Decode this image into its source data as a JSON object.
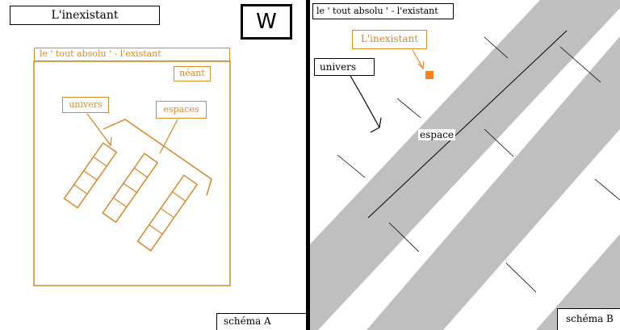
{
  "colors": {
    "orange": "#d4892a",
    "gray_band": "#bfbfbf",
    "marker": "#f58220",
    "black": "#000000"
  },
  "schema_a": {
    "title": "L'inexistant",
    "logo_letter": "W",
    "header": "le ' tout absolu ' - l'existant",
    "neant": "néant",
    "univers": "univers",
    "espaces": "espaces",
    "caption": "schéma A"
  },
  "schema_b": {
    "header": "le ' tout absolu ' - l'existant",
    "inexistant": "L'inexistant",
    "univers": "univers",
    "espace": "espace",
    "caption": "schéma B"
  }
}
